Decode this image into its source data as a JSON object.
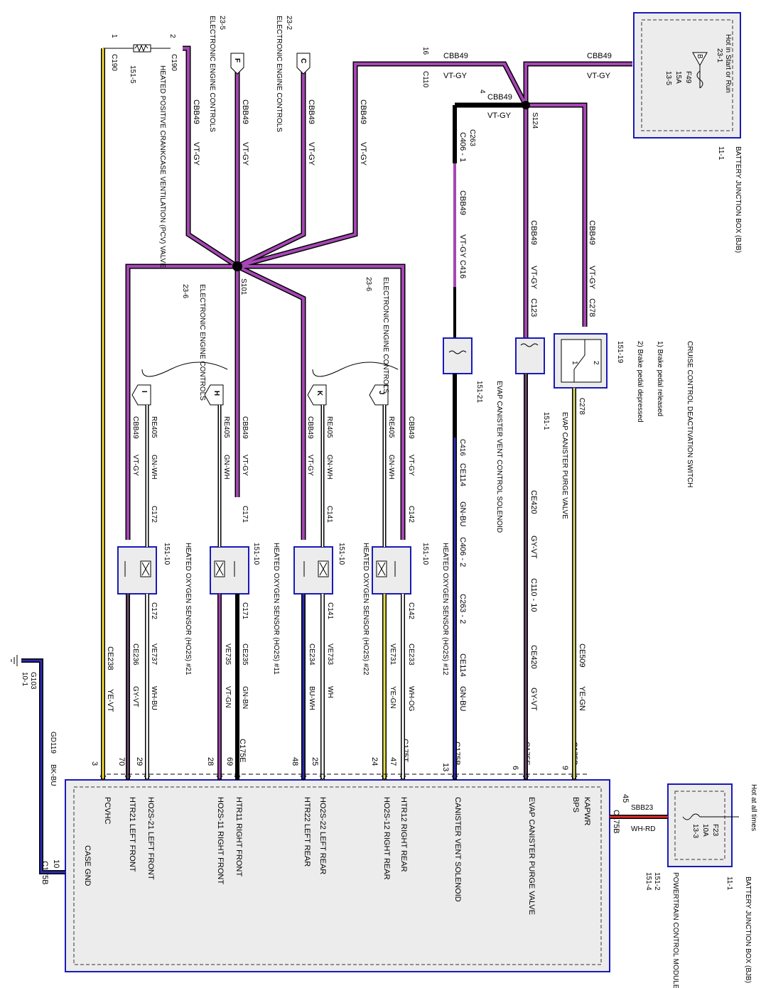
{
  "colors": {
    "violet": "#a646b5",
    "black": "#000000",
    "yellow": "#f2d83a",
    "green": "#7fae3c",
    "blue": "#2d2bb0",
    "red": "#e02c2c",
    "white": "#ffffff",
    "box_fill": "#ececec",
    "box_stroke": "#1a1ab8"
  },
  "bjb_top": {
    "title": "BATTERY JUNCTION BOX (BJB)",
    "ref": "11-1",
    "hot": "Hot in Start or Run",
    "hot_ref": "23-1",
    "connector": "B",
    "fuse": "F49",
    "amps": "15A",
    "fuse_ref": "13-5"
  },
  "bjb_bottom": {
    "title": "BATTERY JUNCTION BOX (BJB)",
    "ref": "11-1",
    "hot": "Hot at all times",
    "fuse": "F23",
    "amps": "10A",
    "fuse_ref": "13-3"
  },
  "pcm": {
    "title": "POWERTRAIN CONTROL MODULE (PCM)",
    "ref1": "151-2",
    "ref2": "151-4",
    "pins": [
      {
        "name": "KAPWR",
        "pin": "45"
      },
      {
        "name": "BPS",
        "pin": "9"
      },
      {
        "name": "EVAP CANISTER PURGE VALVE",
        "pin": "6"
      },
      {
        "name": "CANISTER VENT SOLENOID",
        "pin": "13"
      },
      {
        "name": "HTR12 RIGHT REAR",
        "pin": "47"
      },
      {
        "name": "HO2S-12 RIGHT REAR",
        "pin": "24"
      },
      {
        "name": "HO2S-22 LEFT REAR",
        "pin": "25"
      },
      {
        "name": "HTR22 LEFT REAR",
        "pin": "48"
      },
      {
        "name": "HTR11 RIGHT FRONT",
        "pin": "69"
      },
      {
        "name": "HO2S-11 RIGHT FRONT",
        "pin": "28"
      },
      {
        "name": "HO2S-21 LEFT FRONT",
        "pin": "29"
      },
      {
        "name": "HTR21 LEFT FRONT",
        "pin": "70"
      },
      {
        "name": "PCVHC",
        "pin": "3"
      },
      {
        "name": "CASE GND",
        "pin": "10"
      }
    ]
  },
  "wires": {
    "cbb49": "CBB49",
    "vtgy": "VT-GY",
    "sbb23": "SBB23",
    "whrd": "WH-RD",
    "gd119": "GD119",
    "bkbu": "BK-BU",
    "re405": "RE405",
    "gnwh": "GN-WH",
    "ce509": "CE509",
    "yegn": "YE-GN",
    "ce420": "CE420",
    "gyvt": "GY-VT",
    "ce114": "CE114",
    "gnbu": "GN-BU",
    "ce233": "CE233",
    "whog": "WH-OG",
    "ve731": "VE731",
    "ve733": "VE733",
    "wh": "WH",
    "ce234": "CE234",
    "buwh": "BU-WH",
    "ce235": "CE235",
    "gnbn": "GN-BN",
    "ve735": "VE735",
    "vtgn": "VT-GN",
    "ve737": "VE737",
    "whbu": "WH-BU",
    "ce236": "CE236",
    "ce238": "CE238",
    "yevt": "YE-VT"
  },
  "connectors": {
    "c110": "C110",
    "c263": "C263",
    "c406": "C406",
    "c416": "C416",
    "c123": "C123",
    "c278": "C278",
    "c175b": "C175B",
    "c175e": "C175E",
    "c175t": "C175T",
    "c142": "C142",
    "c141": "C141",
    "c171": "C171",
    "c172": "C172",
    "c190": "C190",
    "s101": "S101",
    "s124": "S124",
    "g103": "G103",
    "g103_ref": "10-1",
    "c406_1": "C406 - 1",
    "c406_2": "C406 - 2",
    "c263_2": "C263 - 2",
    "c110_10": "C110 - 10"
  },
  "components": {
    "cruise": {
      "title": "CRUISE CONTROL DEACTIVATION SWITCH",
      "n1": "1) Brake pedal released",
      "n2": "2) Brake pedal depressed",
      "ref": "151-19"
    },
    "purge": {
      "title": "EVAP CANISTER PURGE VALVE",
      "ref": "151-1"
    },
    "vent": {
      "title": "EVAP CANISTER VENT CONTROL SOLENOID",
      "ref": "151-21"
    },
    "ho2s12": {
      "title": "HEATED OXYGEN SENSOR (HO2S) #12",
      "ref": "151-10"
    },
    "ho2s22": {
      "title": "HEATED OXYGEN SENSOR (HO2S) #22",
      "ref": "151-10"
    },
    "ho2s11": {
      "title": "HEATED OXYGEN SENSOR (HO2S) #11",
      "ref": "151-10"
    },
    "ho2s21": {
      "title": "HEATED OXYGEN SENSOR (HO2S) #21",
      "ref": "151-10"
    },
    "pcv": {
      "title": "HEATED POSITIVE CRANKCASE VENTILATION (PCV) VALVE",
      "ref": "151-5"
    },
    "eec": "ELECTRONIC ENGINE CONTROLS",
    "eec_ref1": "23-2",
    "eec_ref2": "23-5",
    "eec_ref3": "23-6"
  },
  "flags": {
    "c": "C",
    "f": "F",
    "j": "J",
    "k": "K",
    "h": "H",
    "i": "I"
  }
}
